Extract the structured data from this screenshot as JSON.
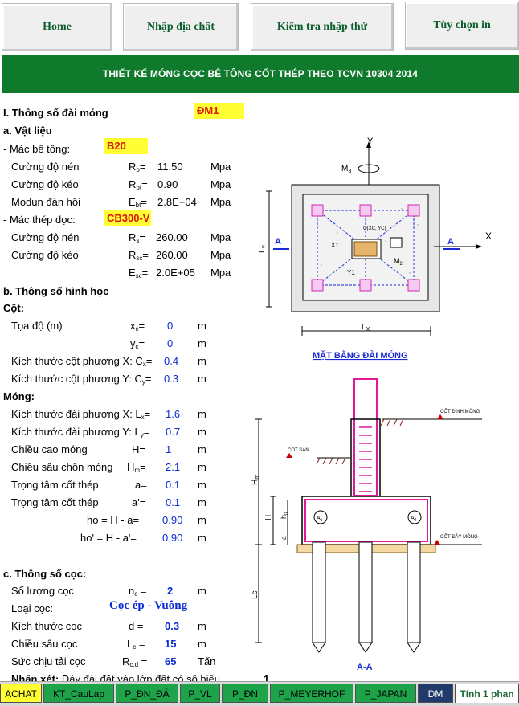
{
  "buttons": {
    "home": "Home",
    "nhap_dia_chat": "Nhập địa chất",
    "kiem_tra": "Kiểm tra nhập thử",
    "tuy_chon_in": "Tùy chọn in"
  },
  "banner": "THIẾT KẾ MÓNG CỌC BÊ TÔNG CỐT THÉP THEO TCVN 10304 2014",
  "section1": {
    "title": "I. Thông số đài móng",
    "code": "ĐM1"
  },
  "material": {
    "title": "a. Vật liệu",
    "concrete_label": "- Mác bê tông:",
    "concrete_value": "B20",
    "rows1": [
      {
        "label": "Cường độ nén",
        "sym": "R",
        "sub": "b",
        "eq": "=",
        "value": "11.50",
        "unit": "Mpa"
      },
      {
        "label": "Cường độ kéo",
        "sym": "R",
        "sub": "bt",
        "eq": "=",
        "value": "0.90",
        "unit": "Mpa"
      },
      {
        "label": "Modun đàn hồi",
        "sym": "E",
        "sub": "bt",
        "eq": "=",
        "value": "2.8E+04",
        "unit": "Mpa"
      }
    ],
    "steel_label": "- Mác thép dọc:",
    "steel_value": "CB300-V",
    "rows2": [
      {
        "label": "Cường độ nén",
        "sym": "R",
        "sub": "s",
        "eq": "=",
        "value": "260.00",
        "unit": "Mpa"
      },
      {
        "label": "Cường độ kéo",
        "sym": "R",
        "sub": "sc",
        "eq": "=",
        "value": "260.00",
        "unit": "Mpa"
      },
      {
        "label": "",
        "sym": "E",
        "sub": "sc",
        "eq": "=",
        "value": "2.0E+05",
        "unit": "Mpa"
      }
    ]
  },
  "geometry": {
    "title": "b. Thông số hình học",
    "col_title": "Cột:",
    "col_rows": [
      {
        "label": "Tọa độ (m)",
        "sym": "x",
        "sub": "c",
        "eq": "=",
        "value": "0",
        "unit": "m"
      },
      {
        "label": "",
        "sym": "y",
        "sub": "c",
        "eq": "=",
        "value": "0",
        "unit": "m"
      },
      {
        "label": "Kích thước cột phương X: C",
        "sub": "x",
        "eq": "=",
        "value": "0.4",
        "unit": "m"
      },
      {
        "label": "Kích thước cột phương Y: C",
        "sub": "y",
        "eq": "=",
        "value": "0.3",
        "unit": "m"
      }
    ],
    "found_title": "Móng:",
    "found_rows": [
      {
        "label": "Kích thước đài phương X: L",
        "sub": "x",
        "eq": "=",
        "value": "1.6",
        "unit": "m"
      },
      {
        "label": "Kích thước đài phương Y: L",
        "sub": "y",
        "eq": "=",
        "value": "0.7",
        "unit": "m"
      },
      {
        "label": "Chiều cao móng",
        "sym": "H",
        "sub": "",
        "eq": "=",
        "value": "1",
        "unit": "m"
      },
      {
        "label": "Chiều sâu chôn móng",
        "sym": "H",
        "sub": "m",
        "eq": "=",
        "value": "2.1",
        "unit": "m"
      },
      {
        "label": "Trọng tâm cốt thép",
        "sym": "a",
        "sub": "",
        "eq": "=",
        "value": "0.1",
        "unit": "m"
      },
      {
        "label": "Trọng tâm cốt thép",
        "sym": "a'",
        "sub": "",
        "eq": "=",
        "value": "0.1",
        "unit": "m"
      },
      {
        "label": "",
        "sym": "ho = H - a",
        "sub": "",
        "eq": "=",
        "value": "0.90",
        "unit": "m"
      },
      {
        "label": "",
        "sym": "ho' = H - a'",
        "sub": "",
        "eq": "=",
        "value": "0.90",
        "unit": "m"
      }
    ]
  },
  "piles": {
    "title": "c.  Thông số cọc:",
    "count_label": "Số lượng cọc",
    "count_sym": "n",
    "count_sub": "c",
    "count_value": "2",
    "count_unit": "m",
    "type_label": "Loại cọc:",
    "type_value": "Cọc ép - Vuông",
    "size_label": "Kích thước cọc",
    "size_sym": "d",
    "size_value": "0.3",
    "size_unit": "m",
    "depth_label": "Chiều sâu cọc",
    "depth_sym": "L",
    "depth_sub": "c",
    "depth_value": "15",
    "depth_unit": "m",
    "cap_label": "Sức chịu tải cọc",
    "cap_sym": "R",
    "cap_sub": "c,d",
    "cap_value": "65",
    "cap_unit": "Tấn",
    "note_label": "Nhận xét:",
    "note_text": "Đáy đài đặt vào lớp đất có số hiệu",
    "note_value": "1"
  },
  "drawing": {
    "plan_title": "MẶT BẰNG ĐÀI MÓNG",
    "section_title": "A-A",
    "Y": "Y",
    "X": "X",
    "A": "A",
    "M3": "M",
    "M2": "M",
    "X1": "X1",
    "Y1": "Y1",
    "O": "O(XC, YC)",
    "LY": "L",
    "LX": "L",
    "Hm": "H",
    "H": "H",
    "h0": "h",
    "Lc": "Lc",
    "a": "a",
    "cot_dinh_mong": "CỐT ĐỈNH MÓNG",
    "cot_san": "CỐT SÀN",
    "cot_day_mong": "CỐT ĐÁY MÓNG",
    "A1": "A",
    "A2": "A"
  },
  "tabs": [
    {
      "label": "ACHAT",
      "bg": "#ffff33",
      "color": "#000000"
    },
    {
      "label": "KT_CauLap",
      "bg": "#1ea24a",
      "color": "#000000"
    },
    {
      "label": "P_ĐN_ĐÁ",
      "bg": "#1ea24a",
      "color": "#000000"
    },
    {
      "label": "P_VL",
      "bg": "#1ea24a",
      "color": "#000000"
    },
    {
      "label": "P_ĐN",
      "bg": "#1ea24a",
      "color": "#000000"
    },
    {
      "label": "P_MEYERHOF",
      "bg": "#1ea24a",
      "color": "#000000"
    },
    {
      "label": "P_JAPAN",
      "bg": "#1ea24a",
      "color": "#000000"
    },
    {
      "label": "DM",
      "bg": "#1f3a6b",
      "color": "#ffffff"
    },
    {
      "label": "Tính 1 phan",
      "bg": "#ffffff",
      "color": "#1f6b34"
    }
  ]
}
